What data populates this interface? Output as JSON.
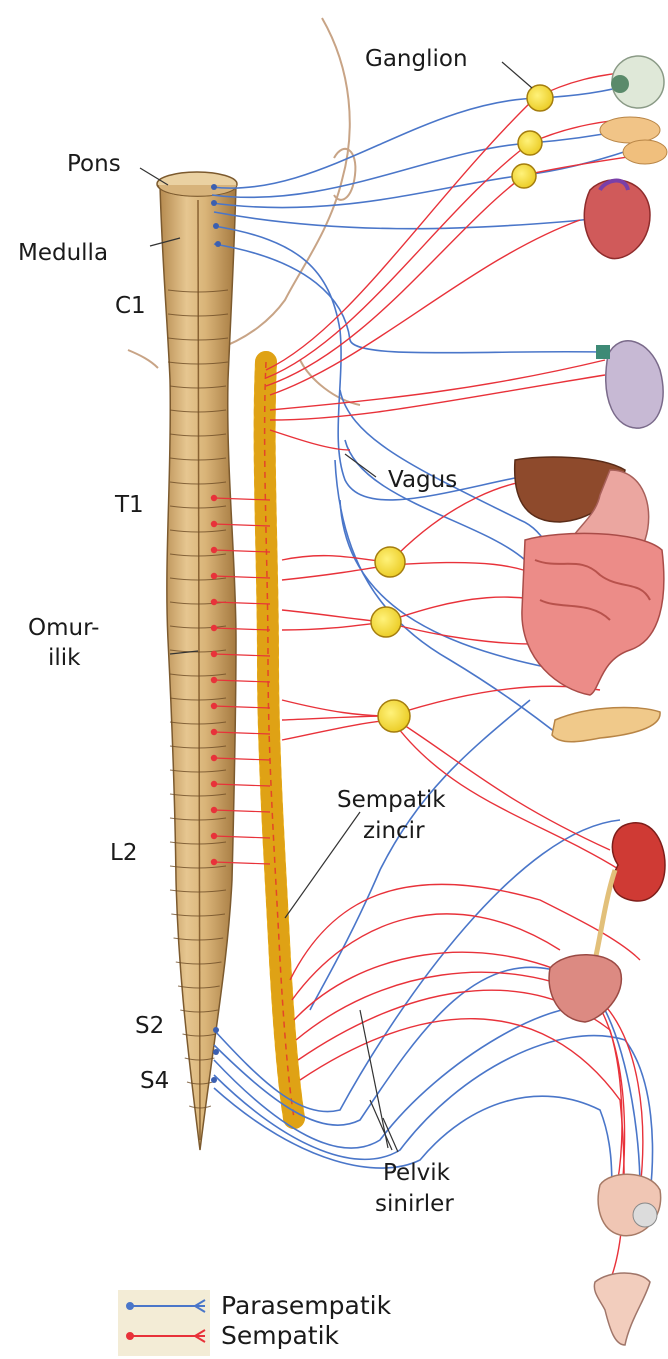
{
  "labels": {
    "ganglion": "Ganglion",
    "pons": "Pons",
    "medulla": "Medulla",
    "c1": "C1",
    "t1": "T1",
    "omurilik_line1": "Omur-",
    "omurilik_line2": "ilik",
    "vagus": "Vagus",
    "sempatik_zincir_line1": "Sempatik",
    "sempatik_zincir_line2": "zincir",
    "l2": "L2",
    "s2": "S2",
    "s4": "S4",
    "pelvik_sinirler_line1": "Pelvik",
    "pelvik_sinirler_line2": "sinirler"
  },
  "legend": {
    "parasympathetic": "Parasempatik",
    "sympathetic": "Sempatik"
  },
  "colors": {
    "parasympathetic": "#4a76c9",
    "sympathetic": "#e8323a",
    "spinal_cord": "#d8b57e",
    "sympathetic_chain": "#f2b81c",
    "ganglion": "#f6e02a",
    "legend_bg": "#f3ecd6"
  }
}
